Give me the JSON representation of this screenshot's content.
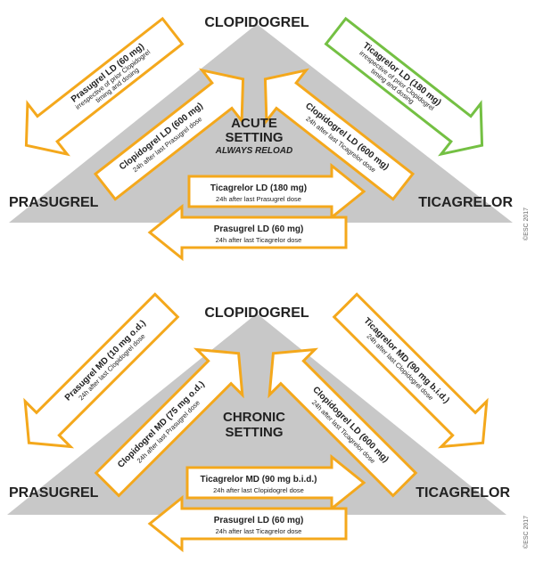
{
  "colors": {
    "arrow": "#f4a81c",
    "arrow_green": "#74c043",
    "triangle": "#c8c8c8"
  },
  "acute": {
    "top_drug": "CLOPIDOGREL",
    "left_drug": "PRASUGREL",
    "right_drug": "TICAGRELOR",
    "setting_line1": "ACUTE",
    "setting_line2": "SETTING",
    "setting_sub": "ALWAYS RELOAD",
    "copyright": "©ESC 2017",
    "arrow_c_to_p": {
      "title": "Prasugrel LD (60 mg)",
      "line1": "irrespective of prior Clopidogrel",
      "line2": "timing and dosing"
    },
    "arrow_p_to_c": {
      "title": "Clopidogrel LD (600 mg)",
      "line1": "24h after last Prasugrel dose"
    },
    "arrow_c_to_t": {
      "title": "Ticagrelor LD (180 mg)",
      "line1": "irrespective of prior Clopidogrel",
      "line2": "timing and dosing"
    },
    "arrow_t_to_c": {
      "title": "Clopidogrel LD (600 mg)",
      "line1": "24h after last Ticagrelor dose"
    },
    "arrow_p_to_t": {
      "title": "Ticagrelor LD (180 mg)",
      "line1": "24h after last Prasugrel dose"
    },
    "arrow_t_to_p": {
      "title": "Prasugrel LD (60 mg)",
      "line1": "24h after last Ticagrelor dose"
    }
  },
  "chronic": {
    "top_drug": "CLOPIDOGREL",
    "left_drug": "PRASUGREL",
    "right_drug": "TICAGRELOR",
    "setting_line1": "CHRONIC",
    "setting_line2": "SETTING",
    "copyright": "©ESC 2017",
    "arrow_c_to_p": {
      "title": "Prasugrel MD (10 mg o.d.)",
      "line1": "24h after last Clopidogrel dose"
    },
    "arrow_p_to_c": {
      "title": "Clopidogrel MD (75 mg o.d.)",
      "line1": "24h after last Prasugrel dose"
    },
    "arrow_c_to_t": {
      "title": "Ticagrelor MD (90 mg b.i.d.)",
      "line1": "24h after last Clopidogrel dose"
    },
    "arrow_t_to_c": {
      "title": "Clopidogrel LD (600 mg)",
      "line1": "24h after last Ticagrelor dose"
    },
    "arrow_p_to_t": {
      "title": "Ticagrelor MD (90 mg b.i.d.)",
      "line1": "24h after last Clopidogrel dose"
    },
    "arrow_t_to_p": {
      "title": "Prasugrel LD (60 mg)",
      "line1": "24h after last Ticagrelor dose"
    }
  }
}
